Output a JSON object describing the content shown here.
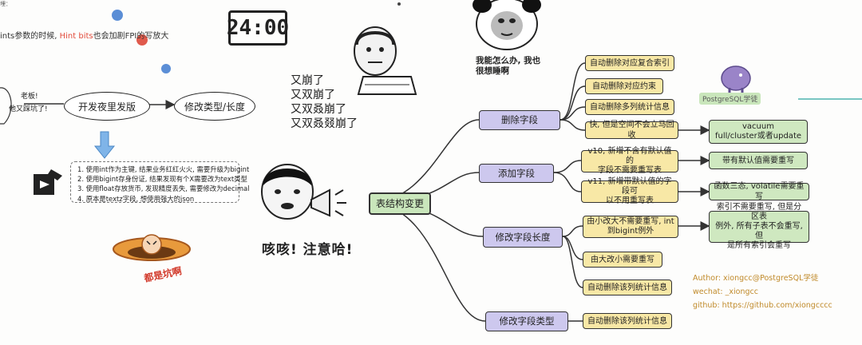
{
  "top_note": {
    "prefix": "ints参数的时候, ",
    "hint": "Hint bits",
    "suffix": "也会加剧FPI的写放大"
  },
  "tiny_top": "埋：",
  "clock": {
    "time": "24:00"
  },
  "boss": {
    "line1": "老板!",
    "line2": "他又踩坑了!"
  },
  "flow": {
    "step1": "开发夜里发版",
    "step2": "修改类型/长度"
  },
  "crash_lines": [
    "又崩了",
    "又双崩了",
    "又双叒崩了",
    "又双叒叕崩了"
  ],
  "panda_caption": {
    "line1": "我能怎么办, 我也",
    "line2": "很想睡啊"
  },
  "tips": [
    "1. 使用int作为主键, 结果业务红红火火, 需要升级为bigint",
    "2. 使用bigint存身份证, 结果发现有个X需要改为text类型",
    "3. 使用float存放货币, 发现精度丢失, 需要修改为decimal",
    "4. 原本是textz字段, 想使用强大的json"
  ],
  "cough_caption": "咳咳! 注意哈!",
  "pit_caption": "都是坑啊",
  "logo_text": "PostgreSQL学徒",
  "mindmap": {
    "root": "表结构变更",
    "branches": {
      "drop_col": "删除字段",
      "add_col": "添加字段",
      "alter_len": "修改字段长度",
      "alter_type": "修改字段类型"
    },
    "drop_leaves": [
      "自动删除对应复合索引",
      "自动删除对应约束",
      "自动删除多列统计信息",
      "快, 但是空间不会立马回收"
    ],
    "drop_note": {
      "line1": "vacuum",
      "line2": "full/cluster或者update"
    },
    "add_leaves": [
      {
        "line1": "v10, 新增不含有默认值的",
        "line2": "字段不需要重写表"
      },
      {
        "line1": "v11, 新增带默认值的字段可",
        "line2": "以不用重写表"
      }
    ],
    "add_notes": [
      "带有默认值需要重写",
      "函数三态, volatile需要重写"
    ],
    "alter_leaves": [
      {
        "line1": "由小改大不需要重写, int",
        "line2": "到bigint例外"
      },
      {
        "line1": "由大改小需要重写",
        "line2": ""
      },
      {
        "line1": "自动删除该列统计信息",
        "line2": ""
      }
    ],
    "alter_note": {
      "line1": "索引不需要重写, 但是分区表",
      "line2": "例外, 所有子表不会重写, 但",
      "line3": "是所有索引会重写"
    },
    "type_leaves": [
      "自动删除该列统计信息"
    ]
  },
  "author": {
    "author": "Author: xiongcc@PostgreSQL学徒",
    "wechat": "wechat: _xiongcc",
    "github": "github: https://github.com/xiongcccc"
  },
  "colors": {
    "leaf": "#f8e8a6",
    "note": "#cfe8c0",
    "branch": "#cdc8ee",
    "root": "#c9e6bb",
    "hint": "#e24b3b"
  }
}
